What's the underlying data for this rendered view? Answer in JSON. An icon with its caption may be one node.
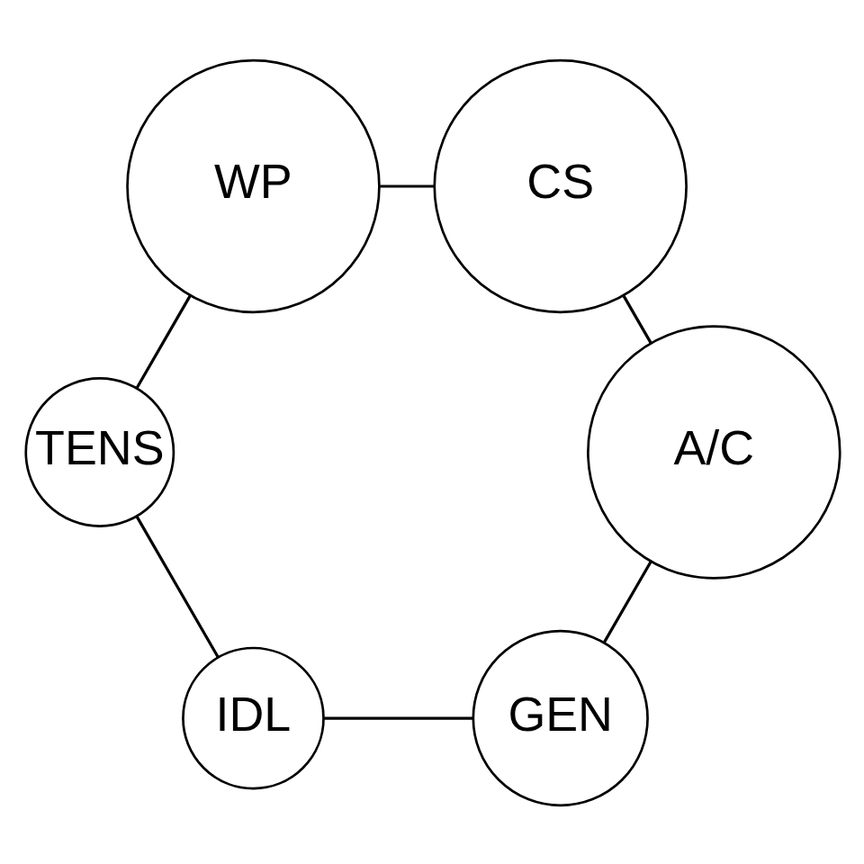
{
  "diagram": {
    "nodes": [
      {
        "text": [
          "GEN"
        ]
      },
      {
        "text": [
          "IDL"
        ]
      },
      {
        "text": [
          "TENS"
        ]
      },
      {
        "text": [
          "WP"
        ]
      },
      {
        "text": [
          "CS"
        ]
      },
      {
        "text": [
          "A/C"
        ]
      }
    ],
    "edges": [
      {
        "from": 0,
        "to": 1,
        "arrow": "none"
      },
      {
        "from": 1,
        "to": 2,
        "arrow": "none"
      },
      {
        "from": 2,
        "to": 3,
        "arrow": "none"
      },
      {
        "from": 3,
        "to": 4,
        "arrow": "none"
      },
      {
        "from": 4,
        "to": 5,
        "arrow": "none"
      },
      {
        "from": 5,
        "to": 0,
        "arrow": "none"
      }
    ]
  }
}
